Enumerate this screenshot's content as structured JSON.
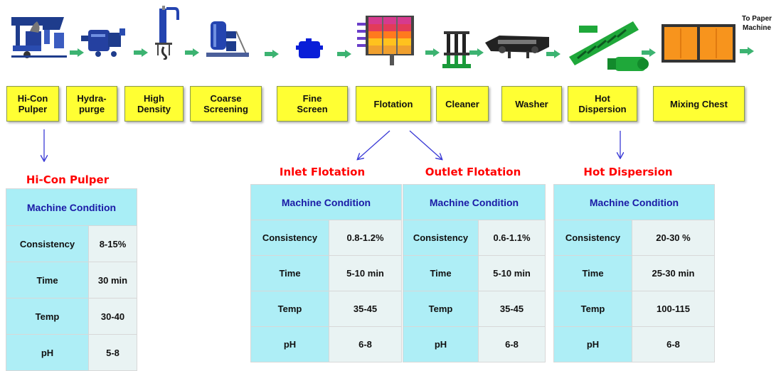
{
  "colors": {
    "box_fill": "#ffff33",
    "arrow": "#3cb371",
    "header_fill": "#a9eef6",
    "title_red": "#ff0000",
    "header_text": "#1a1aa6"
  },
  "process": {
    "stages": [
      {
        "label": "Hi-Con\nPulper",
        "icon": "pulper-icon"
      },
      {
        "label": "Hydra-\npurge",
        "icon": "hydrapurge-icon"
      },
      {
        "label": "High\nDensity",
        "icon": "high-density-cleaner-icon"
      },
      {
        "label": "Coarse\nScreening",
        "icon": "coarse-screen-icon"
      },
      {
        "label": "Fine\nScreen",
        "icon": "fine-screen-icon"
      },
      {
        "label": "Flotation",
        "icon": "flotation-cell-icon"
      },
      {
        "label": "Cleaner",
        "icon": "cleaner-icon"
      },
      {
        "label": "Washer",
        "icon": "washer-icon"
      },
      {
        "label": "Hot\nDispersion",
        "icon": "disperser-icon"
      },
      {
        "label": "Mixing Chest",
        "icon": "mixing-chest-icon"
      }
    ],
    "output_label": "To Paper\nMachine"
  },
  "tables": [
    {
      "title": "Hi-Con Pulper",
      "header": "Machine Condition",
      "rows": [
        [
          "Consistency",
          "8-15%"
        ],
        [
          "Time",
          "30 min"
        ],
        [
          "Temp",
          "30-40"
        ],
        [
          "pH",
          "5-8"
        ]
      ]
    },
    {
      "title": "Inlet Flotation",
      "header": "Machine Condition",
      "rows": [
        [
          "Consistency",
          "0.8-1.2%"
        ],
        [
          "Time",
          "5-10 min"
        ],
        [
          "Temp",
          "35-45"
        ],
        [
          "pH",
          "6-8"
        ]
      ]
    },
    {
      "title": "Outlet Flotation",
      "header": "Machine Condition",
      "rows": [
        [
          "Consistency",
          "0.6-1.1%"
        ],
        [
          "Time",
          "5-10  min"
        ],
        [
          "Temp",
          "35-45"
        ],
        [
          "pH",
          "6-8"
        ]
      ]
    },
    {
      "title": "Hot Dispersion",
      "header": "Machine Condition",
      "rows": [
        [
          "Consistency",
          "20-30 %"
        ],
        [
          "Time",
          "25-30  min"
        ],
        [
          "Temp",
          "100-115"
        ],
        [
          "pH",
          "6-8"
        ]
      ]
    }
  ]
}
